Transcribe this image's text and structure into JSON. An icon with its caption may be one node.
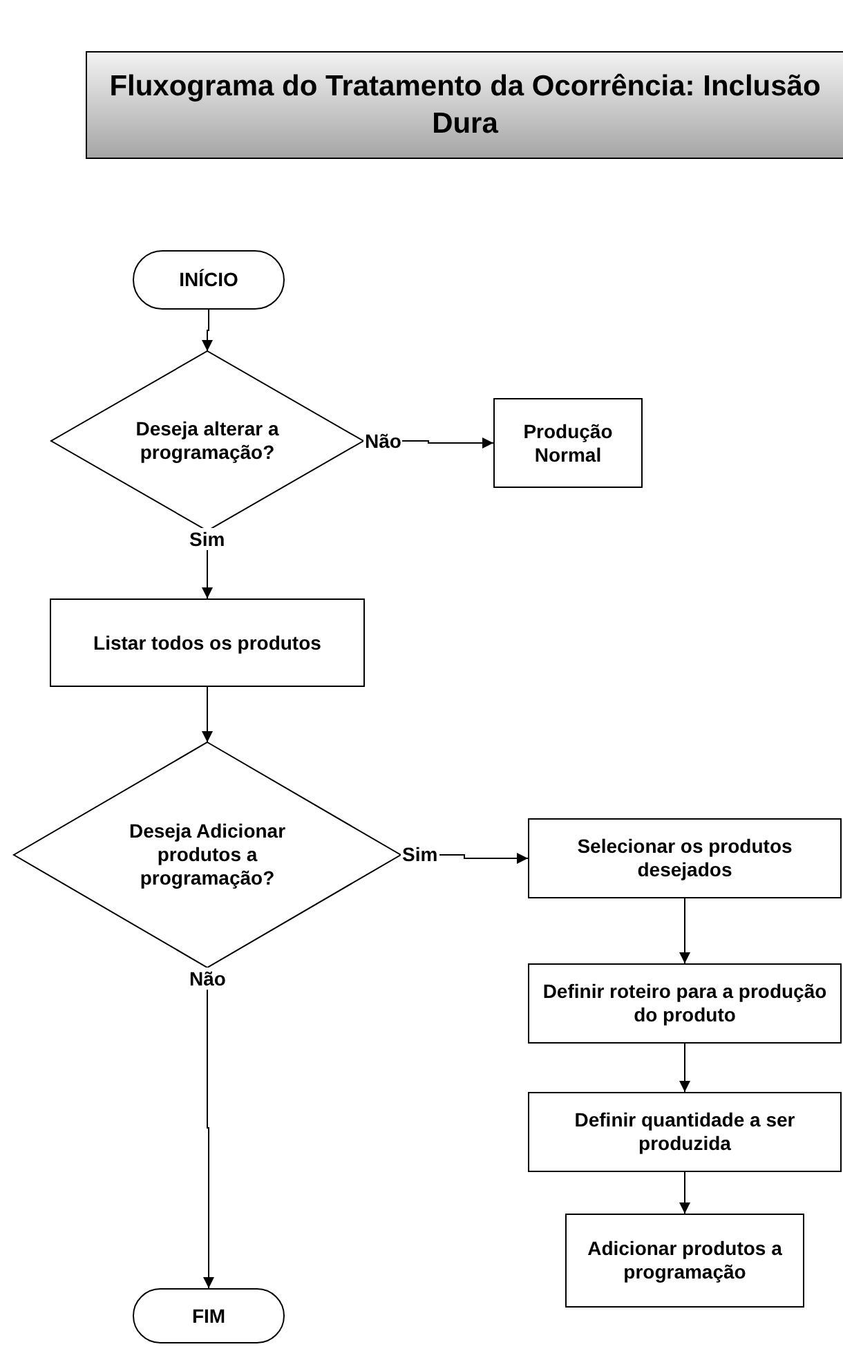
{
  "diagram": {
    "title": "Fluxograma do Tratamento da Ocorrência: Inclusão Dura",
    "nodes": [
      {
        "text": [
          "INÍCIO"
        ]
      },
      {
        "text": [
          "Deseja alterar a programação?"
        ]
      },
      {
        "text": [
          "Produção Normal"
        ]
      },
      {
        "text": [
          "Listar todos os produtos"
        ]
      },
      {
        "text": [
          "Deseja Adicionar produtos a programação?"
        ]
      },
      {
        "text": [
          "Selecionar os produtos desejados"
        ]
      },
      {
        "text": [
          "Definir roteiro para a produção do produto"
        ]
      },
      {
        "text": [
          "Definir quantidade a ser produzida"
        ]
      },
      {
        "text": [
          "Adicionar produtos a programação"
        ]
      },
      {
        "text": [
          "FIM"
        ]
      }
    ],
    "edges": [
      {
        "from": 0,
        "to": 1,
        "arrow": "to"
      },
      {
        "from": 1,
        "to": 2,
        "arrow": "to",
        "label": "Não"
      },
      {
        "from": 1,
        "to": 3,
        "arrow": "to",
        "label": "Sim"
      },
      {
        "from": 3,
        "to": 4,
        "arrow": "to"
      },
      {
        "from": 4,
        "to": 5,
        "arrow": "to",
        "label": "Sim"
      },
      {
        "from": 4,
        "to": 9,
        "arrow": "to",
        "label": "Não"
      },
      {
        "from": 5,
        "to": 6,
        "arrow": "to"
      },
      {
        "from": 6,
        "to": 7,
        "arrow": "to"
      },
      {
        "from": 7,
        "to": 8,
        "arrow": "to"
      }
    ]
  }
}
